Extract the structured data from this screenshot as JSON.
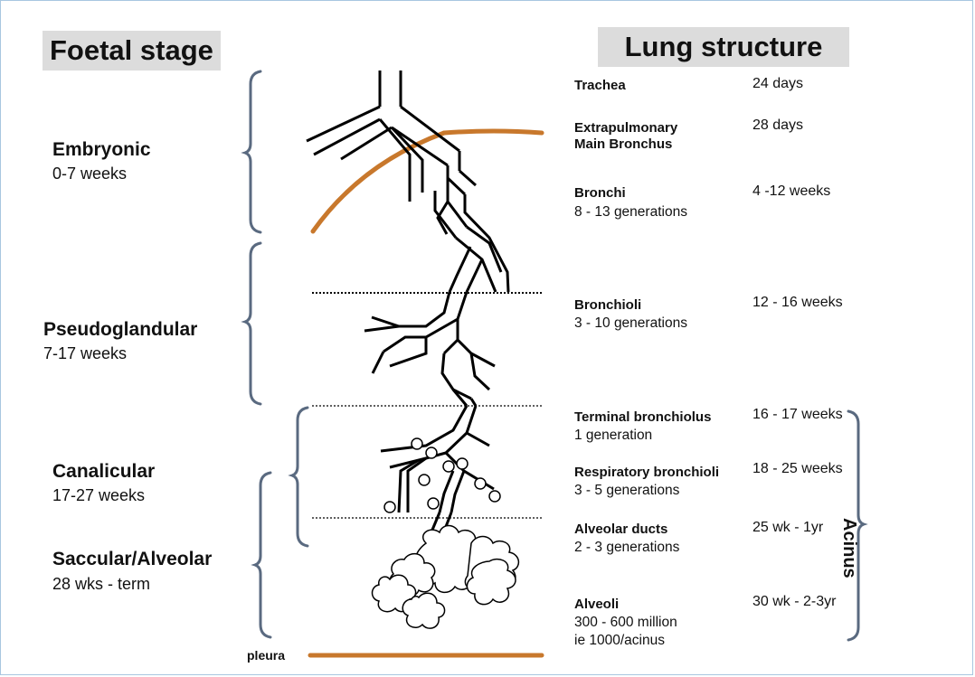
{
  "headers": {
    "left": "Foetal stage",
    "right": "Lung structure"
  },
  "stages": [
    {
      "name": "Embryonic",
      "time": "0-7 weeks"
    },
    {
      "name": "Pseudoglandular",
      "time": "7-17 weeks"
    },
    {
      "name": "Canalicular",
      "time": "17-27 weeks"
    },
    {
      "name": "Saccular/Alveolar",
      "time": "28 wks - term"
    }
  ],
  "structures": [
    {
      "label": "Trachea",
      "sub": "",
      "time": "24 days"
    },
    {
      "label": "Extrapulmonary\nMain Bronchus",
      "sub": "",
      "time": "28 days"
    },
    {
      "label": "Bronchi",
      "sub": "8 - 13 generations",
      "time": "4 -12 weeks"
    },
    {
      "label": "Bronchioli",
      "sub": "3 - 10 generations",
      "time": "12 - 16 weeks"
    },
    {
      "label": "Terminal bronchiolus",
      "sub": "1 generation",
      "time": "16 - 17 weeks"
    },
    {
      "label": "Respiratory bronchioli",
      "sub": "3 - 5 generations",
      "time": "18 - 25 weeks"
    },
    {
      "label": "Alveolar ducts",
      "sub": "2 - 3 generations",
      "time": "25 wk - 1yr"
    },
    {
      "label": "Alveoli",
      "sub": "300 - 600 million\nie 1000/acinus",
      "time": "30 wk - 2-3yr"
    }
  ],
  "acinus_label": "Acinus",
  "pleura_label": "pleura",
  "colors": {
    "header_bg": "#dcdcdc",
    "bracket": "#5a6a80",
    "pleura": "#c8782c",
    "frame": "#a8c6e0"
  }
}
